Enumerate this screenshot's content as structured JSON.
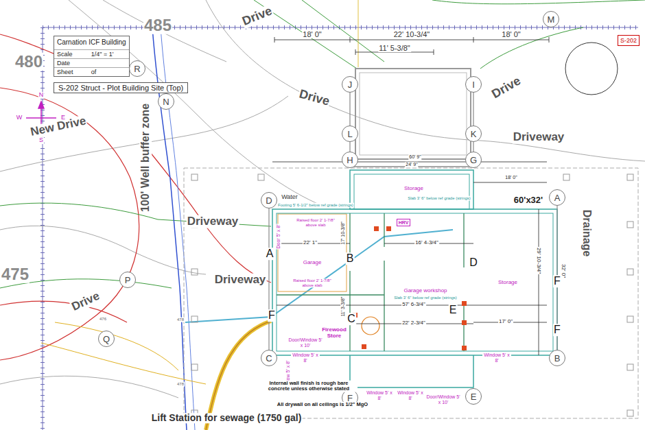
{
  "diagram": {
    "nodes": [
      {
        "text": [
          "M"
        ]
      },
      {
        "text": [
          "Carnation ICF Building",
          "Scale",
          "1/4\" = 1'",
          "Date",
          "Sheet",
          "of"
        ]
      },
      {
        "text": [
          "S-202"
        ]
      },
      {
        "text": [
          "S-202 Struct - Plot Building Site (Top)"
        ]
      },
      {
        "text": [
          "R"
        ]
      },
      {
        "text": [
          "N"
        ]
      },
      {
        "text": [
          "J"
        ]
      },
      {
        "text": [
          "I"
        ]
      },
      {
        "text": [
          "L"
        ]
      },
      {
        "text": [
          "K"
        ]
      },
      {
        "text": [
          "H"
        ]
      },
      {
        "text": [
          "G"
        ]
      },
      {
        "text": [
          "D"
        ]
      },
      {
        "text": [
          "A"
        ]
      },
      {
        "text": [
          "HRV"
        ]
      },
      {
        "text": [
          "P"
        ]
      },
      {
        "text": [
          "Q"
        ]
      },
      {
        "text": [
          "C"
        ]
      },
      {
        "text": [
          "B"
        ]
      },
      {
        "text": [
          "F"
        ]
      },
      {
        "text": [
          "E"
        ]
      }
    ],
    "edges": [
      {
        "from": 6,
        "to": 8,
        "arrow": "none"
      },
      {
        "from": 8,
        "to": 10,
        "arrow": "none"
      },
      {
        "from": 7,
        "to": 9,
        "arrow": "none"
      },
      {
        "from": 9,
        "to": 11,
        "arrow": "none"
      },
      {
        "from": 12,
        "to": 17,
        "arrow": "none"
      },
      {
        "from": 13,
        "to": 18,
        "arrow": "none"
      }
    ],
    "labels": [
      "485",
      "480",
      "475",
      "Drive",
      "Drive",
      "Drive",
      "Driveway",
      "New Drive",
      "100' Well buffer zone",
      "Drainage",
      "Driveway",
      "Driveway",
      "Drive",
      "18' 0\"",
      "22' 10-3/4\"",
      "18' 0\"",
      "11' 5-3/8\"",
      "60' 9\"",
      "24' 9\"",
      "18' 0\"",
      "60'x32'",
      "Water",
      "Storage",
      "Garage",
      "Garage workshop",
      "Storage",
      "Firewood Store",
      "22' 1\"",
      "16' 4-3/4\"",
      "57' 6-3/4\"",
      "22' 2-3/4\"",
      "17' 0\"",
      "29' 10-3/4\"",
      "17' 10-3/8\"",
      "11' 3-3/8\"",
      "32' 0\"",
      "Door/Window 5' x 10'",
      "Window 5' x 8'",
      "Window 5' x 8'",
      "Window 5' x 8'",
      "Window 5' x 8'",
      "Door/Window 5' x 10'",
      "Window 5' x 8'",
      "Door 5' x 8'",
      "Internal wall finish is rough bare concrete unless otherwise stated",
      "All drywall on all ceilings is 1/2\" MgO",
      "Lift Station for sewage (1750 gal)",
      "N",
      "S",
      "W",
      "E",
      "A",
      "B",
      "C",
      "D",
      "E",
      "F",
      "F",
      "F",
      "Raised floor 2' 1-7/8\" above slab",
      "Raised floor 2' 1-7/8\" above slab",
      "Slab 3' 6\" below ref grade (strings)",
      "Slab 3' 6\" below ref grade (strings)",
      "Footing 5' 6-1/2\" below ref grade (strings)",
      "476",
      "478",
      "478"
    ]
  }
}
